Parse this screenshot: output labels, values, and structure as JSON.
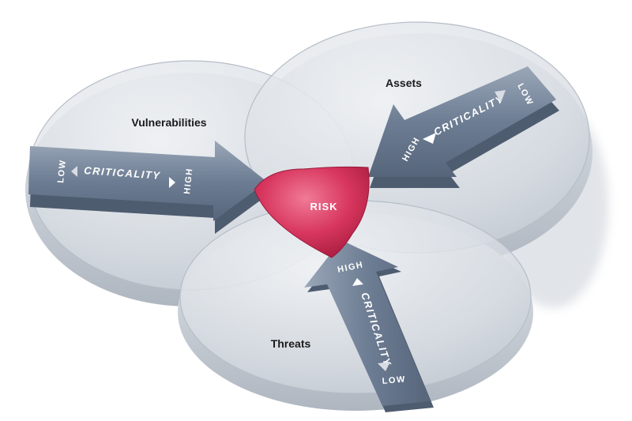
{
  "diagram": {
    "circles": {
      "vulnerabilities": "Vulnerabilities",
      "assets": "Assets",
      "threats": "Threats"
    },
    "center": "RISK",
    "arrows": {
      "vulnerabilities": {
        "low": "LOW",
        "label": "CRITICALITY",
        "high": "HIGH"
      },
      "assets": {
        "low": "LOW",
        "label": "CRITICALITY",
        "high": "HIGH"
      },
      "threats": {
        "low": "LOW",
        "label": "CRITICALITY",
        "high": "HIGH"
      }
    },
    "colors": {
      "disc_fill": "#dfe3e8",
      "disc_edge": "#b9c0c9",
      "arrow_fill": "#6f7f95",
      "risk_fill": "#d6325a"
    }
  }
}
